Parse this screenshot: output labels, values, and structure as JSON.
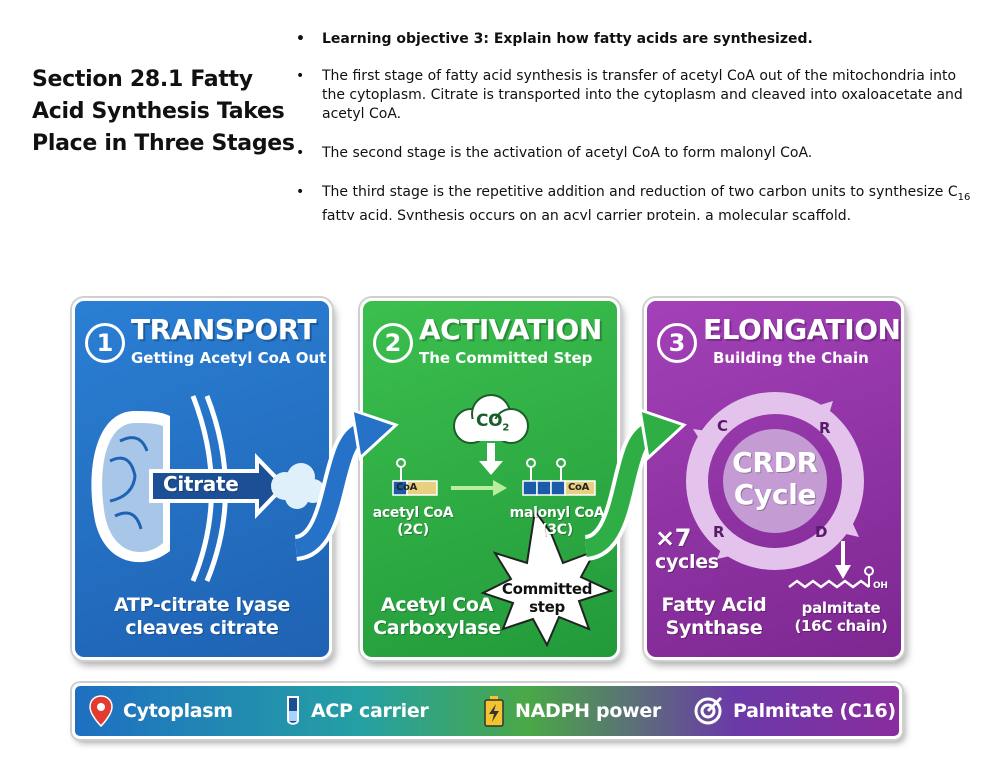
{
  "slide": {
    "title": "Section 28.1 Fatty Acid Synthesis Takes Place in Three Stages",
    "bullets": [
      "Learning objective 3: Explain how fatty acids are synthesized.",
      "The first stage of fatty acid synthesis is transfer of acetyl CoA out of the mitochondria into the cytoplasm. Citrate is transported into the cytoplasm and cleaved into oxaloacetate and acetyl CoA.",
      "The second stage is the activation of acetyl CoA to form malonyl CoA.",
      "The third stage is the repetitive addition and reduction of two carbon units to synthesize C16 fatty acid. Synthesis occurs on an acyl carrier protein, a molecular scaffold."
    ],
    "bullet3_parts": {
      "before": "The third stage is the repetitive addition and reduction of two carbon units to synthesize C",
      "subscript": "16",
      "after": " fatty acid. Synthesis occurs on an acyl carrier protein, a molecular scaffold."
    }
  },
  "panels": [
    {
      "number": "1",
      "heading": "TRANSPORT",
      "subheading": "Getting Acetyl CoA Out",
      "arrow_label": "Citrate",
      "footer_line1": "ATP-citrate lyase",
      "footer_line2": "cleaves citrate",
      "color": "#1f62b3"
    },
    {
      "number": "2",
      "heading": "ACTIVATION",
      "subheading": "The Committed Step",
      "co2": "CO2",
      "coa": "CoA",
      "acetyl_label": "acetyl CoA",
      "acetyl_carbons": "(2C)",
      "malonyl_label": "malonyl CoA",
      "malonyl_carbons": "(3C)",
      "footer_line1": "Acetyl CoA",
      "footer_line2": "Carboxylase",
      "burst_line1": "Committed",
      "burst_line2": "step",
      "color": "#229a3a"
    },
    {
      "number": "3",
      "heading": "ELONGATION",
      "subheading": "Building the Chain",
      "cycle_line1": "CRDR",
      "cycle_line2": "Cycle",
      "letters": [
        "C",
        "R",
        "D",
        "R"
      ],
      "repeat": "×7",
      "repeat_label": "cycles",
      "oh": "OH",
      "product_label": "palmitate",
      "product_detail": "(16C chain)",
      "footer_line1": "Fatty Acid",
      "footer_line2": "Synthase",
      "color": "#7d2791"
    }
  ],
  "legend": {
    "items": [
      {
        "label": "Cytoplasm",
        "icon": "map-pin-icon"
      },
      {
        "label": "ACP carrier",
        "icon": "test-tube-icon"
      },
      {
        "label": "NADPH power",
        "icon": "battery-bolt-icon"
      },
      {
        "label": "Palmitate (C16)",
        "icon": "target-icon"
      }
    ]
  }
}
